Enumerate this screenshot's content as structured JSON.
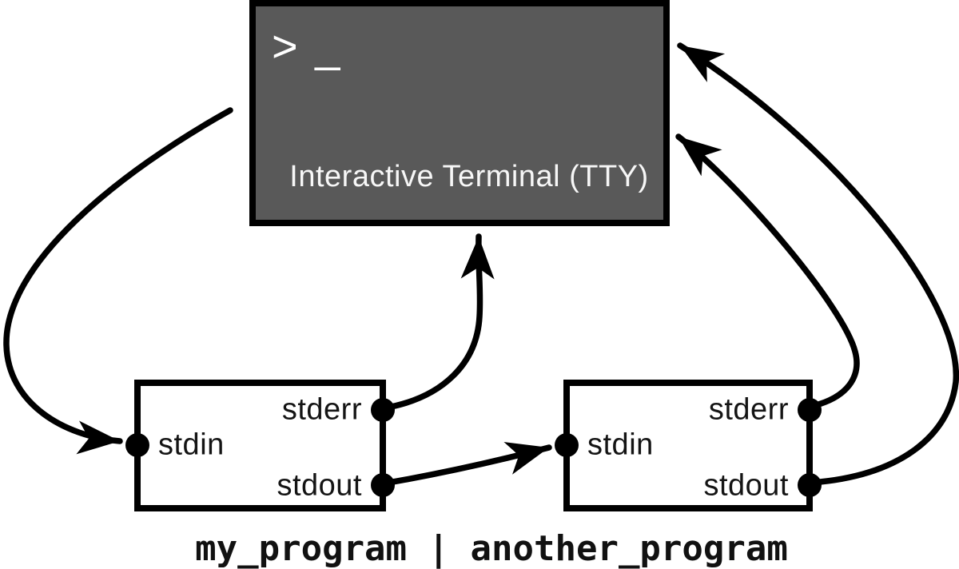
{
  "terminal": {
    "prompt": "> _",
    "label": "Interactive Terminal (TTY)"
  },
  "programs": [
    {
      "id": "my_program",
      "ports": {
        "stdin": "stdin",
        "stderr": "stderr",
        "stdout": "stdout"
      }
    },
    {
      "id": "another_program",
      "ports": {
        "stdin": "stdin",
        "stderr": "stderr",
        "stdout": "stdout"
      }
    }
  ],
  "caption": "my_program | another_program",
  "connections": [
    {
      "from": "terminal",
      "to": "my_program.stdin"
    },
    {
      "from": "my_program.stderr",
      "to": "terminal"
    },
    {
      "from": "my_program.stdout",
      "to": "another_program.stdin"
    },
    {
      "from": "another_program.stderr",
      "to": "terminal"
    },
    {
      "from": "another_program.stdout",
      "to": "terminal"
    }
  ],
  "colors": {
    "page_bg": "#ffffff",
    "terminal_bg": "#595959",
    "terminal_text": "#f7f7f7",
    "box_bg": "#ffffff",
    "border": "#000000",
    "arrow": "#000000",
    "label_text": "#141414"
  }
}
